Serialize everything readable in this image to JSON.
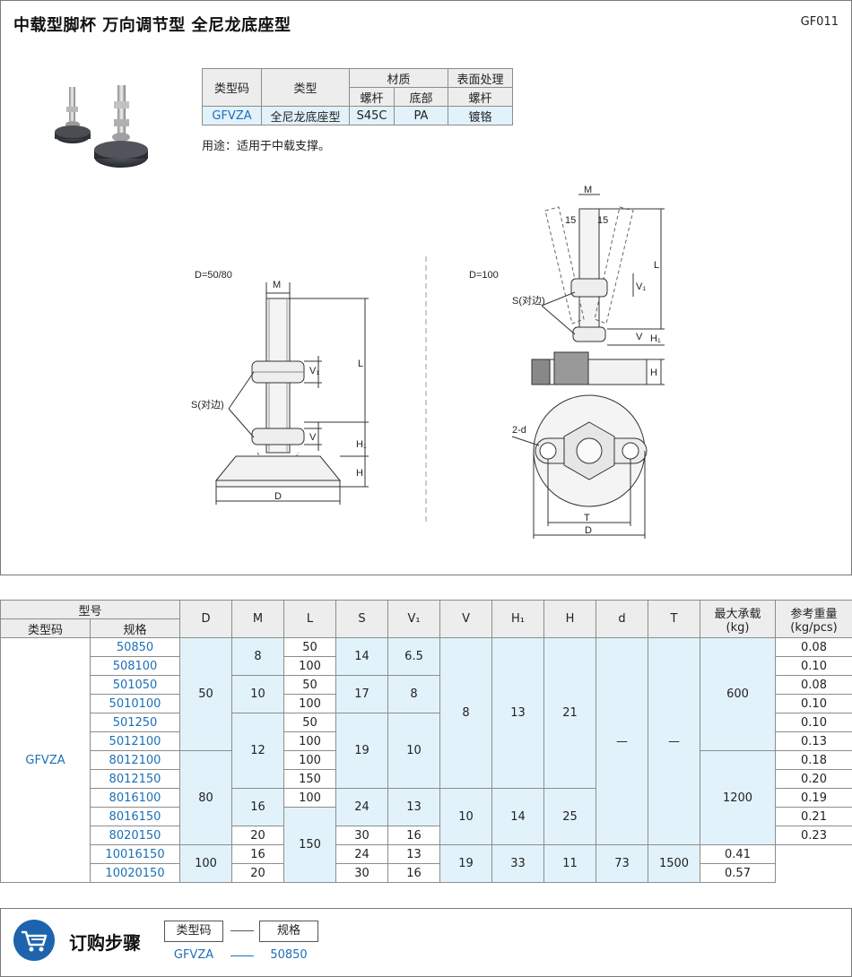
{
  "header": {
    "title": "中载型脚杯   万向调节型   全尼龙底座型",
    "code": "GF011"
  },
  "material_table": {
    "col_type_code": "类型码",
    "col_type": "类型",
    "col_material": "材质",
    "col_surface": "表面处理",
    "sub_screw": "螺杆",
    "sub_base": "底部",
    "sub_surface_screw": "螺杆",
    "row": {
      "type_code": "GFVZA",
      "type": "全尼龙底座型",
      "screw_material": "S45C",
      "base_material": "PA",
      "surface": "镀铬"
    }
  },
  "usage": "用途：适用于中载支撑。",
  "drawing": {
    "left_label": "D=50/80",
    "right_label": "D=100",
    "M": "M",
    "L": "L",
    "V1": "V₁",
    "V": "V",
    "H1": "H₁",
    "H": "H",
    "D": "D",
    "T": "T",
    "S": "S(对边)",
    "angle": "15",
    "hole": "2-d"
  },
  "spec_table": {
    "model": "型号",
    "type_code": "类型码",
    "spec": "规格",
    "cols": [
      "D",
      "M",
      "L",
      "S",
      "V₁",
      "V",
      "H₁",
      "H",
      "d",
      "T"
    ],
    "max_load": "最大承载",
    "max_load_unit": "(kg)",
    "weight": "参考重量",
    "weight_unit": "(kg/pcs)",
    "type_code_value": "GFVZA",
    "rows": [
      {
        "spec": "50850",
        "L": "50",
        "w": "0.08"
      },
      {
        "spec": "508100",
        "L": "100",
        "w": "0.10"
      },
      {
        "spec": "501050",
        "L": "50",
        "w": "0.08"
      },
      {
        "spec": "5010100",
        "L": "100",
        "w": "0.10"
      },
      {
        "spec": "501250",
        "L": "50",
        "w": "0.10"
      },
      {
        "spec": "5012100",
        "L": "100",
        "w": "0.13"
      },
      {
        "spec": "8012100",
        "L": "100",
        "w": "0.18"
      },
      {
        "spec": "8012150",
        "L": "150",
        "w": "0.20"
      },
      {
        "spec": "8016100",
        "L": "100",
        "w": "0.19"
      },
      {
        "spec": "8016150",
        "w": "0.21"
      },
      {
        "spec": "8020150",
        "w": "0.23"
      },
      {
        "spec": "10016150",
        "w": "0.41"
      },
      {
        "spec": "10020150",
        "w": "0.57"
      }
    ],
    "merged": {
      "D50": "50",
      "D80": "80",
      "D100": "100",
      "M8": "8",
      "M10": "10",
      "M12": "12",
      "M16": "16",
      "M20": "20",
      "M16b": "16",
      "M20b": "20",
      "L150": "150",
      "S14": "14",
      "S17": "17",
      "S19": "19",
      "S24": "24",
      "S30": "30",
      "S24b": "24",
      "S30b": "30",
      "V1_65": "6.5",
      "V1_8": "8",
      "V1_10": "10",
      "V1_13": "13",
      "V1_16": "16",
      "V1_13b": "13",
      "V1_16b": "16",
      "V8": "8",
      "V10": "10",
      "H1_13": "13",
      "H1_14": "14",
      "H1_19": "19",
      "H21": "21",
      "H25": "25",
      "H33": "33",
      "d_dash": "—",
      "d11": "11",
      "T_dash": "—",
      "T73": "73",
      "load600": "600",
      "load1200": "1200",
      "load1500": "1500"
    }
  },
  "order": {
    "title": "订购步骤",
    "box1": "类型码",
    "box2": "规格",
    "val1": "GFVZA",
    "val2": "50850"
  }
}
